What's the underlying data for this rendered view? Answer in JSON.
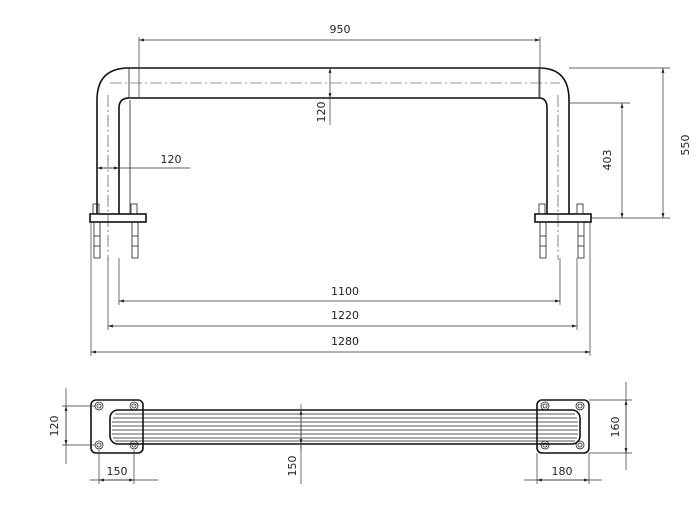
{
  "drawing": {
    "front_view": {
      "dimensions": {
        "top_width": "950",
        "tube_height": "120",
        "leg_width": "120",
        "inner_height": "403",
        "total_height": "550",
        "span_1100": "1100",
        "span_1220": "1220",
        "span_1280": "1280"
      }
    },
    "top_view": {
      "dimensions": {
        "left_height": "120",
        "left_width": "150",
        "center_depth": "150",
        "right_width": "180",
        "right_height": "160"
      }
    },
    "colors": {
      "line": "#111111",
      "background": "#ffffff"
    }
  }
}
